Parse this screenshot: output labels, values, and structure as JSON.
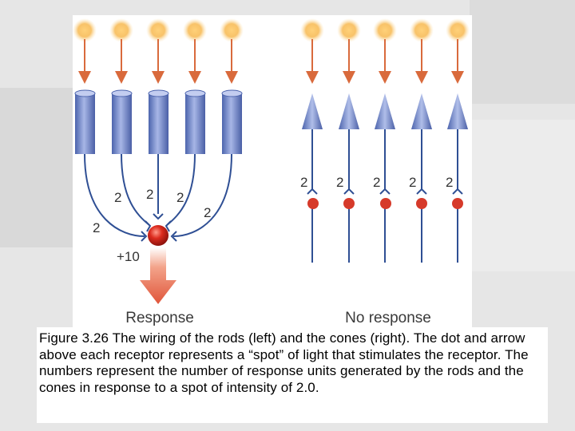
{
  "figure": {
    "rods": {
      "receptor_count": 5,
      "unit_labels": [
        "2",
        "2",
        "2",
        "2",
        "2"
      ],
      "total_label": "+10",
      "caption": "Response"
    },
    "cones": {
      "receptor_count": 5,
      "unit_labels": [
        "2",
        "2",
        "2",
        "2",
        "2"
      ],
      "caption": "No response"
    },
    "colors": {
      "light": "#f6b84a",
      "arrow": "#d96a3c",
      "receptor": "#6f86c8",
      "fiber": "#2f4f94",
      "dot": "#d63a2a",
      "response_arrow": "#e05a3a"
    }
  },
  "caption": "Figure 3.26  The wiring of the rods (left) and the cones (right). The dot and arrow above each receptor represents a “spot” of light that stimulates the receptor. The numbers represent the number of response units generated by the rods and the cones in response to a spot of intensity of 2.0."
}
